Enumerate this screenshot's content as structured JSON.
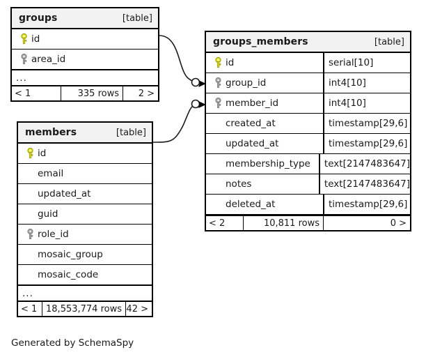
{
  "diagram": {
    "background": "#ffffff",
    "line_color": "#1a1a1a",
    "border_color": "#000000",
    "header_background": "#f2f2f2",
    "primary_key_color": "#e8e80f",
    "foreign_key_color": "#a8a8a8",
    "credit": "Generated by SchemaSpy"
  },
  "tables": [
    {
      "id": "groups",
      "name": "groups",
      "tag": "[table]",
      "columns": [
        {
          "name": "id",
          "key": "primary",
          "type": ""
        },
        {
          "name": "area_id",
          "key": "foreign",
          "type": ""
        }
      ],
      "has_ellipsis": true,
      "ellipsis": "...",
      "footer": {
        "prev": "< 1",
        "rows": "335 rows",
        "next": "2 >"
      }
    },
    {
      "id": "members",
      "name": "members",
      "tag": "[table]",
      "columns": [
        {
          "name": "id",
          "key": "primary",
          "type": ""
        },
        {
          "name": "email",
          "key": "none",
          "type": ""
        },
        {
          "name": "updated_at",
          "key": "none",
          "type": ""
        },
        {
          "name": "guid",
          "key": "none",
          "type": ""
        },
        {
          "name": "role_id",
          "key": "foreign",
          "type": ""
        },
        {
          "name": "mosaic_group",
          "key": "none",
          "type": ""
        },
        {
          "name": "mosaic_code",
          "key": "none",
          "type": ""
        }
      ],
      "has_ellipsis": true,
      "ellipsis": "...",
      "footer": {
        "prev": "< 1",
        "rows": "18,553,774 rows",
        "next": "42 >"
      }
    },
    {
      "id": "groups_members",
      "name": "groups_members",
      "tag": "[table]",
      "columns": [
        {
          "name": "id",
          "key": "primary",
          "type": "serial[10]"
        },
        {
          "name": "group_id",
          "key": "foreign",
          "type": "int4[10]"
        },
        {
          "name": "member_id",
          "key": "foreign",
          "type": "int4[10]"
        },
        {
          "name": "created_at",
          "key": "none",
          "type": "timestamp[29,6]"
        },
        {
          "name": "updated_at",
          "key": "none",
          "type": "timestamp[29,6]"
        },
        {
          "name": "membership_type",
          "key": "none",
          "type": "text[2147483647]"
        },
        {
          "name": "notes",
          "key": "none",
          "type": "text[2147483647]"
        },
        {
          "name": "deleted_at",
          "key": "none",
          "type": "timestamp[29,6]"
        }
      ],
      "has_ellipsis": false,
      "ellipsis": "",
      "footer": {
        "prev": "< 2",
        "rows": "10,811 rows",
        "next": "0 >"
      }
    }
  ],
  "relationships": [
    {
      "from_table": "groups",
      "from_column": "id",
      "to_table": "groups_members",
      "to_column": "group_id"
    },
    {
      "from_table": "members",
      "from_column": "id",
      "to_table": "groups_members",
      "to_column": "member_id"
    }
  ]
}
